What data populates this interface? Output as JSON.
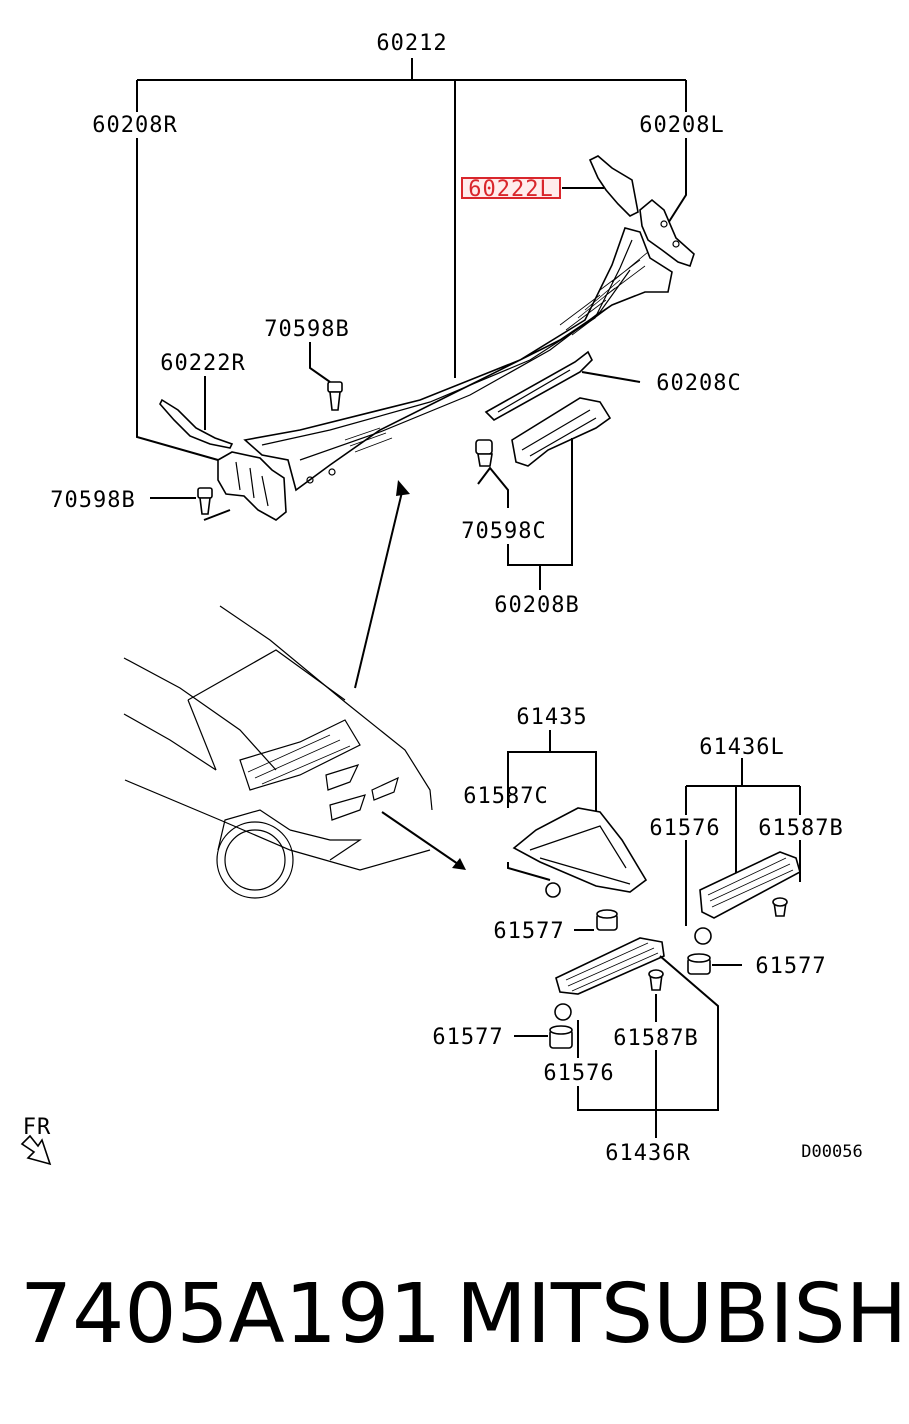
{
  "labels": {
    "assy_top": "60212",
    "cowl_right": "60208R",
    "cowl_left": "60208L",
    "highlighted_part": "60222L",
    "seal_right": "60222R",
    "clip_upper": "70598B",
    "clip_lower": "70598B",
    "cowl_center": "60208C",
    "clip_c": "70598C",
    "cowl_b": "60208B",
    "scoop_assy": "61435",
    "scoop_clip_c": "61587C",
    "scoop_nut": "61577",
    "duct_left": "61436L",
    "duct_left_grommet": "61576",
    "duct_left_clip": "61587B",
    "duct_left_nut": "61577",
    "duct_right_nut": "61577",
    "duct_right_clip": "61587B",
    "duct_right_grommet": "61576",
    "duct_right": "61436R",
    "fr_arrow": "FR",
    "diagram_code": "D00056"
  },
  "footer": {
    "part_number": "7405A191",
    "brand": "MITSUBISHI"
  },
  "colors": {
    "highlight": "#d9262c",
    "ink": "#000000"
  }
}
